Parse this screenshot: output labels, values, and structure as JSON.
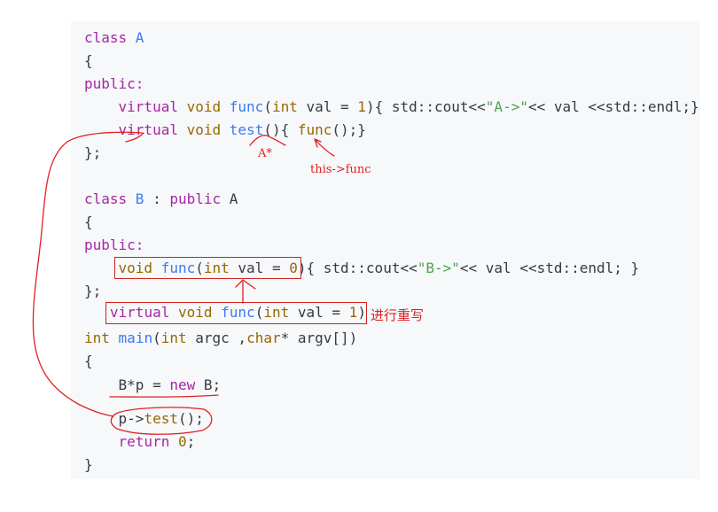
{
  "code": {
    "lines": [
      [
        "class ",
        "A"
      ],
      [
        "{"
      ],
      [
        "public:"
      ],
      [
        "    ",
        "virtual",
        " ",
        "void",
        " ",
        "func",
        "(",
        "int",
        " val = ",
        "1",
        "){ std::cout<<",
        "\"A->\"",
        "<< val <<std::endl;}"
      ],
      [
        "    ",
        "virtual",
        " ",
        "void",
        " ",
        "test",
        "(){ ",
        "func",
        "();}"
      ],
      [
        "};"
      ],
      [
        ""
      ],
      [
        "class ",
        "B",
        " : ",
        "public",
        " A"
      ],
      [
        "{"
      ],
      [
        "public:"
      ],
      [
        "    ",
        "void",
        " ",
        "func",
        "(",
        "int",
        " val = ",
        "0",
        "){ std::cout<<",
        "\"B->\"",
        "<< val <<std::endl; }"
      ],
      [
        "};"
      ],
      [
        "   ",
        "virtual",
        " ",
        "void",
        " ",
        "func",
        "(",
        "int",
        " val = ",
        "1",
        ")"
      ],
      [
        "int",
        " ",
        "main",
        "(",
        "int",
        " argc ,",
        "char",
        "* argv[])"
      ],
      [
        "{"
      ],
      [
        "    B*p = ",
        "new",
        " B;"
      ],
      [
        "    p->",
        "test",
        "();"
      ],
      [
        "    ",
        "return",
        " ",
        "0",
        ";"
      ],
      [
        "}"
      ]
    ]
  },
  "annotations": {
    "a_ptr": "A*",
    "this_func": "this->func",
    "override": "进行重写"
  },
  "colors": {
    "keyword": "#a626a4",
    "type": "#986801",
    "function": "#4078f2",
    "number": "#986801",
    "string": "#50a14f",
    "ink": "#e02020"
  }
}
